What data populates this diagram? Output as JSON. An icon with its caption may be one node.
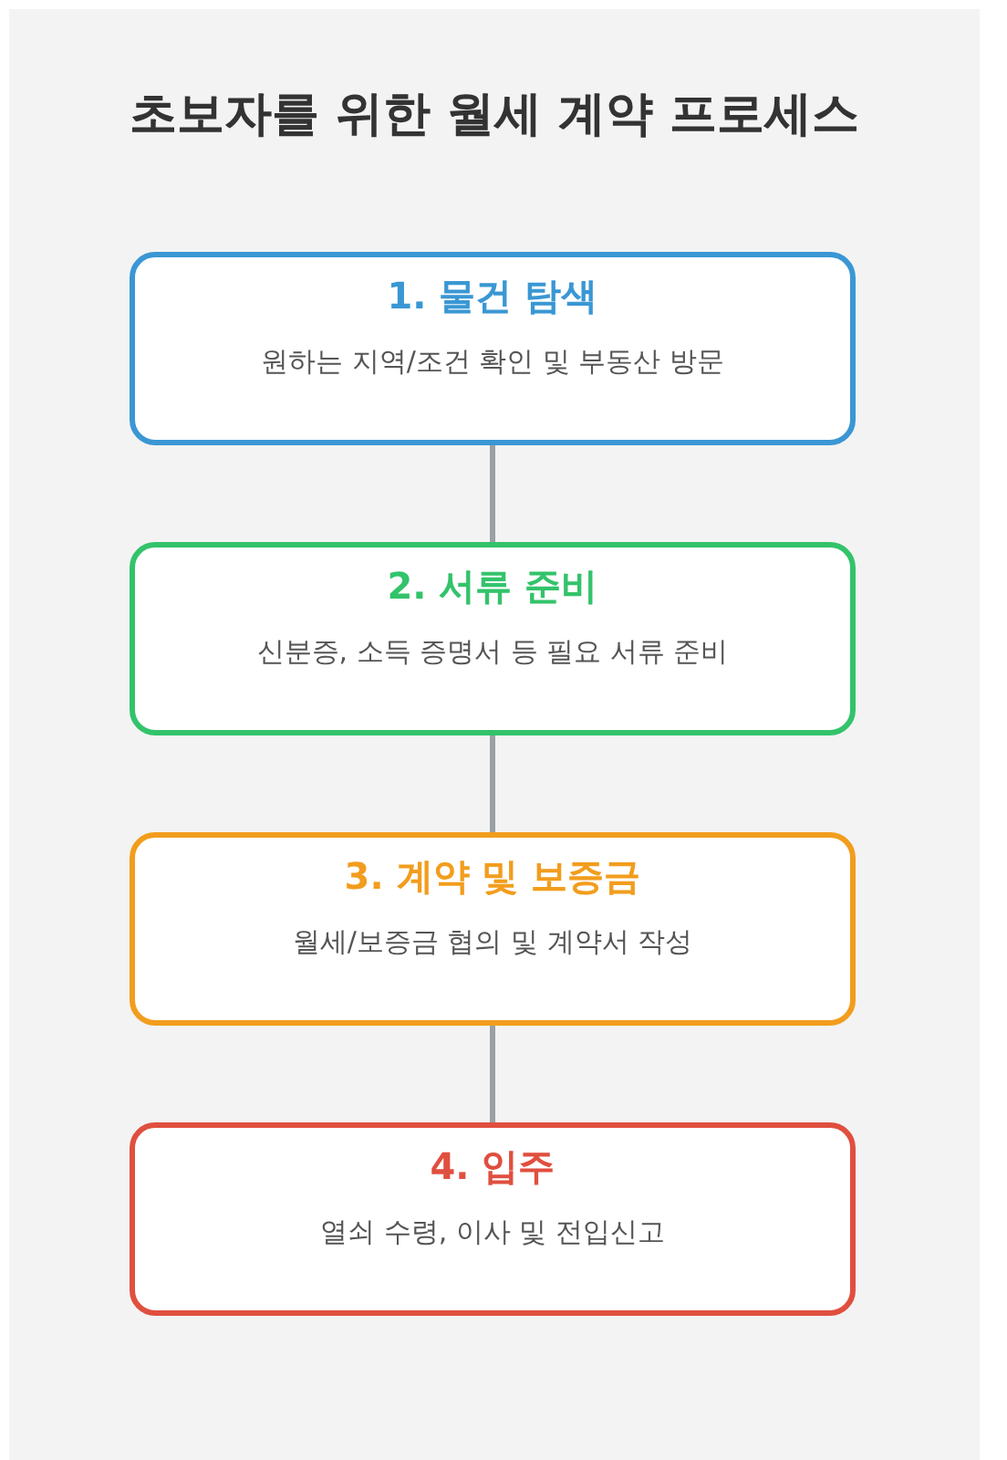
{
  "diagram": {
    "title": "초보자를 위한 월세 계약 프로세스",
    "nodes": [
      {
        "text": [
          "1. 물건 탐색",
          "원하는 지역/조건 확인 및 부동산 방문"
        ]
      },
      {
        "text": [
          "2. 서류 준비",
          "신분증, 소득 증명서 등 필요 서류 준비"
        ]
      },
      {
        "text": [
          "3. 계약 및 보증금",
          "월세/보증금 협의 및 계약서 작성"
        ]
      },
      {
        "text": [
          "4. 입주",
          "열쇠 수령, 이사 및 전입신고"
        ]
      }
    ],
    "edges": [
      {
        "from": 0,
        "to": 1,
        "arrow": "none"
      },
      {
        "from": 1,
        "to": 2,
        "arrow": "none"
      },
      {
        "from": 2,
        "to": 3,
        "arrow": "none"
      }
    ]
  }
}
